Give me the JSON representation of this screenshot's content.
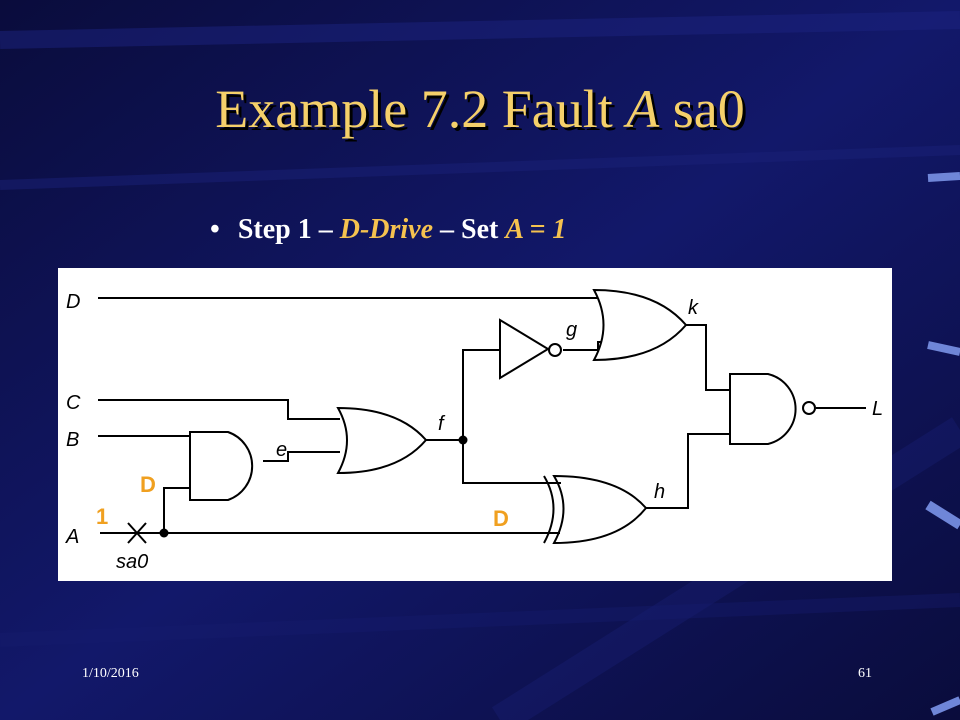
{
  "slide": {
    "title_prefix": "Example 7.2 Fault ",
    "title_var": "A",
    "title_suffix": " sa0",
    "bullet": {
      "step": "Step 1 – ",
      "method": "D-Drive",
      "sep": " – Set ",
      "assignment": "A = 1"
    },
    "date": "1/10/2016",
    "page_number": "61"
  },
  "circuit": {
    "inputs": [
      "D",
      "C",
      "B",
      "A"
    ],
    "nets": [
      "e",
      "f",
      "g",
      "h",
      "k"
    ],
    "output": "L",
    "fault_label": "sa0",
    "annotations": {
      "d_at_e_input": "D",
      "one_at_A": "1",
      "d_at_xor_input": "D"
    },
    "colors": {
      "annotation": "#f0a020",
      "title": "#f5d06a"
    }
  }
}
